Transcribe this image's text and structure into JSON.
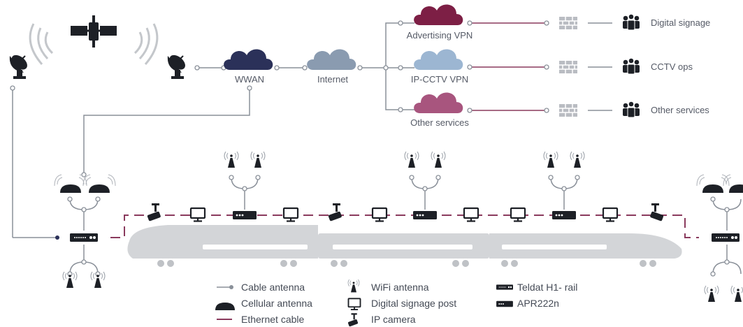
{
  "clouds": {
    "wwan": "WWAN",
    "internet": "Internet",
    "advertising": "Advertising VPN",
    "ipcctv": "IP-CCTV VPN",
    "other": "Other services"
  },
  "services": {
    "digital_signage": "Digital signage",
    "cctv_ops": "CCTV ops",
    "other_services": "Other services"
  },
  "legend": {
    "cable_antenna": "Cable antenna",
    "cellular_antenna": "Cellular antenna",
    "ethernet_cable": "Ethernet cable",
    "wifi_antenna": "WiFi antenna",
    "digital_signage_post": "Digital signage post",
    "ip_camera": "IP camera",
    "teldat_rail": "Teldat H1- rail",
    "apr": "APR222n"
  },
  "colors": {
    "wwan_cloud": "#2b3159",
    "internet_cloud": "#8a9bb0",
    "advertising_cloud": "#7d1f45",
    "ipcctv_cloud": "#9cb6d2",
    "other_cloud": "#a8557e",
    "ethernet": "#8a3a5d",
    "cable": "#8a9099",
    "dark": "#1d2026"
  }
}
